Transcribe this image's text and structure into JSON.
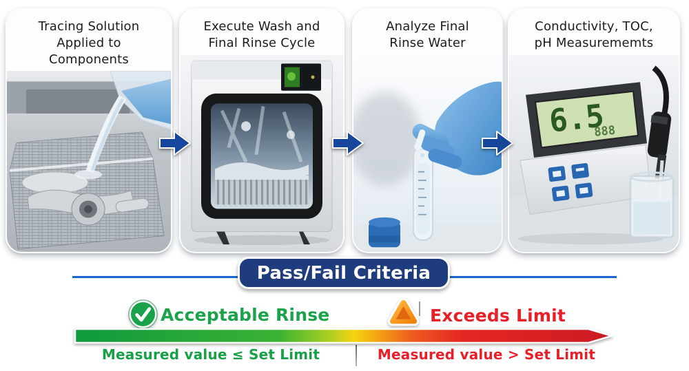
{
  "flow": {
    "steps": [
      {
        "title": "Tracing Solution\nApplied to\nComponents"
      },
      {
        "title": "Execute Wash and\nFinal Rinse Cycle"
      },
      {
        "title": "Analyze Final\nRinse Water"
      },
      {
        "title": "Conductivity, TOC,\npH Measurememts"
      }
    ]
  },
  "meter": {
    "lcd_value": "6.5",
    "lcd_secondary": "888"
  },
  "criteria": {
    "banner": "Pass/Fail Criteria",
    "pass": {
      "label": "Acceptable Rinse",
      "rule": "Measured value ≤ Set Limit"
    },
    "fail": {
      "label": "Exceeds Limit",
      "rule": "Measured value > Set Limit"
    }
  },
  "colors": {
    "arrow_navy": "#17479c",
    "banner_navy": "#1e3c7e",
    "divider_blue": "#1668cf",
    "pass_green": "#1ba24b",
    "fail_red": "#e81e28",
    "scale_gradient_start": "#0e9a3e",
    "scale_gradient_mid": "#f6d414",
    "scale_gradient_end": "#cc1a23",
    "lcd_green": "#cfe0b2"
  }
}
